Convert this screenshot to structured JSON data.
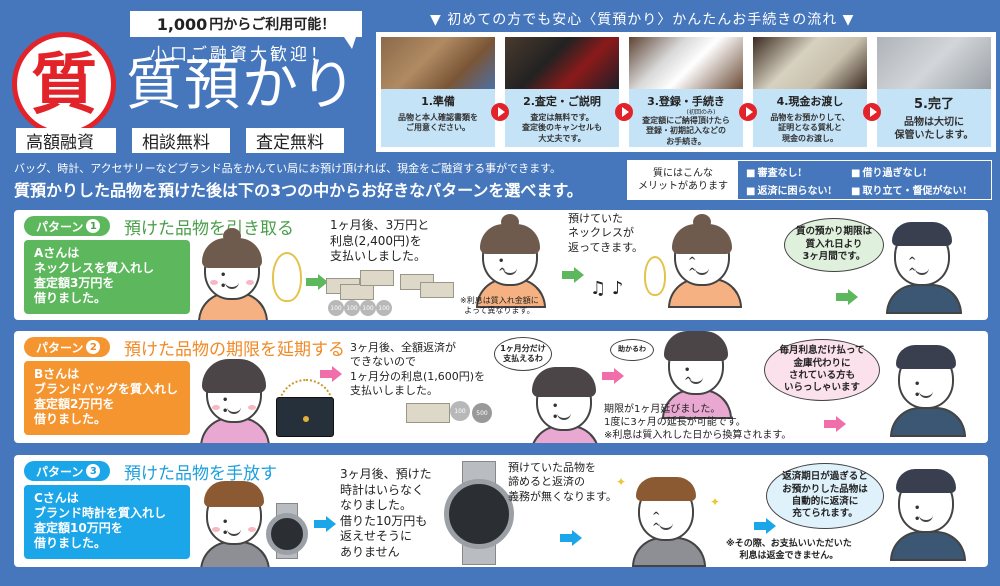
{
  "header": {
    "seal_char": "質",
    "bubble_num": "1,000",
    "bubble_text": "円からご利用可能！",
    "subtitle": "小口ご融資大歓迎！",
    "title": "質預かり",
    "badges": [
      "高額融資",
      "相談無料",
      "査定無料"
    ]
  },
  "flow": {
    "title": "▼ 初めての方でも安心〈質預かり〉かんたんお手続きの流れ ▼",
    "steps": [
      {
        "title": "1.準備",
        "desc": "品物と本人確認書類を\nご用意ください。",
        "photo": "brand-bag-photo"
      },
      {
        "title": "2.査定・ご説明",
        "desc": "査定は無料です。\n査定後のキャンセルも\n大丈夫です。",
        "photo": "appraisal-photo"
      },
      {
        "title": "3.登録・手続き",
        "note": "(初回のみ)",
        "desc": "査定額にご納得頂けたら\n登録・初期記入などの\nお手続き。",
        "photo": "form-photo"
      },
      {
        "title": "4.現金お渡し",
        "desc": "品物をお預かりして、\n証明となる質札と\n現金のお渡し。",
        "photo": "cash-photo"
      },
      {
        "title": "5.完了",
        "desc": "品物は大切に\n保管いたします。",
        "photo": "vault-photo"
      }
    ]
  },
  "intro": {
    "line1": "バッグ、時計、アクセサリーなどブランド品をかんてい局にお預け頂ければ、現金をご融資する事ができます。",
    "line2": "質預かりした品物を預けた後は下の3つの中からお好きなパターンを選べます。"
  },
  "merit": {
    "label": "質にはこんな\nメリットがあります",
    "items": [
      "審査なし!",
      "借り過ぎなし!",
      "返済に困らない!",
      "取り立て・督促がない!"
    ]
  },
  "patterns": [
    {
      "pill": "パターン",
      "num": "1",
      "title": "預けた品物を引き取る",
      "color": "#5db75c",
      "desc": "Aさんは\nネックレスを質入れし\n査定額3万円を\n借りました。",
      "step1": "1ヶ月後、3万円と\n利息(2,400円)を\n支払いしました。",
      "note1": "※利息は質入れ金額に\nよって異なります。",
      "step2": "預けていた\nネックレスが\n返ってきます。",
      "speech": "質の預かり期限は\n質入れ日より\n3ヶ月間です。",
      "coins": [
        "100",
        "100",
        "100",
        "100"
      ]
    },
    {
      "pill": "パターン",
      "num": "2",
      "title": "預けた品物の期限を延期する",
      "color": "#f4952f",
      "desc": "Bさんは\nブランドバッグを質入れし\n査定額2万円を\n借りました。",
      "step1": "3ヶ月後、全額返済が\nできないので\n1ヶ月分の利息(1,600円)を\n支払いしました。",
      "speech_small1": "1ヶ月分だけ\n支払えるわ",
      "speech_small2": "助かるわ",
      "step2": "期限が1ヶ月延びました。\n1度に3ヶ月の延長が可能です。\n※利息は質入れした日から換算されます。",
      "speech": "毎月利息だけ払って\n金庫代わりに\nされている方も\nいらっしゃいます",
      "coins": [
        "100",
        "500"
      ]
    },
    {
      "pill": "パターン",
      "num": "3",
      "title": "預けた品物を手放す",
      "color": "#1aa6e8",
      "desc": "Cさんは\nブランド時計を質入れし\n査定額10万円を\n借りました。",
      "step1": "3ヶ月後、預けた\n時計はいらなく\nなりました。\n借りた10万円も\n返えせそうに\nありません",
      "step2": "預けていた品物を\n諦めると返済の\n義務が無くなります。",
      "speech": "返済期日が過ぎると\nお預かりした品物は\n自動的に返済に\n充てられます。",
      "note2": "※その際、お支払いいただいた\n利息は返金できません。"
    }
  ],
  "colors": {
    "background": "#4677bc",
    "seal_red": "#e2232a",
    "step_caption": "#c5e3f7",
    "green": "#5db75c",
    "orange": "#f4952f",
    "blue": "#1aa6e8",
    "arrow_green": "#5db75c",
    "arrow_pink": "#f06ea9",
    "arrow_blue": "#1aa6e8"
  }
}
